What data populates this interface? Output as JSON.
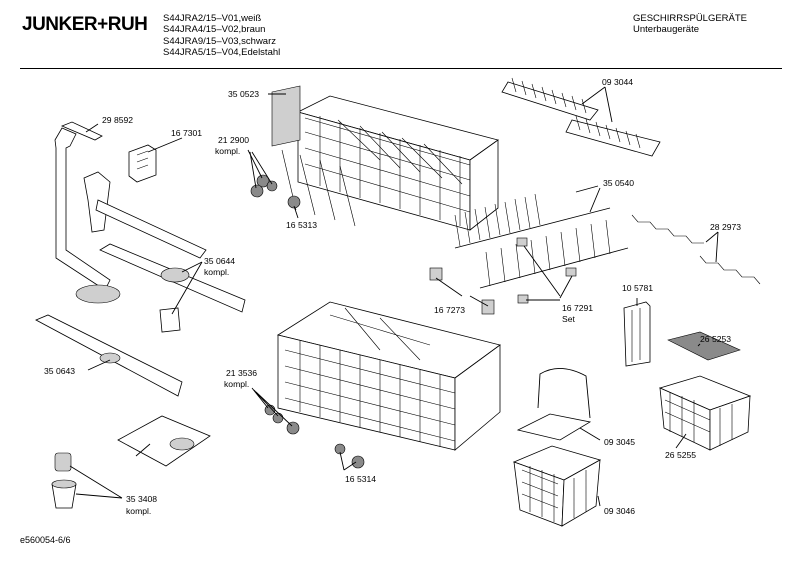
{
  "header": {
    "brand": "JUNKER+RUH",
    "models": [
      "S44JRA2/15–V01,weiß",
      "S44JRA4/15–V02,braun",
      "S44JRA9/15–V03,schwarz",
      "S44JRA5/15–V04,Edelstahl"
    ],
    "category": "GESCHIRRSPÜLGERÄTE",
    "subcategory": "Unterbaugeräte"
  },
  "labels": {
    "p298592": "29 8592",
    "p167301": "16 7301",
    "p212900": "21 2900",
    "p212900_note": "kompl.",
    "p350523": "35 0523",
    "p165313": "16 5313",
    "p350644": "35 0644",
    "p350644_note": "kompl.",
    "p350643": "35 0643",
    "p213536": "21 3536",
    "p213536_note": "kompl.",
    "p165314": "16 5314",
    "p353408": "35 3408",
    "p353408_note": "kompl.",
    "p093044": "09 3044",
    "p350540": "35 0540",
    "p282973": "28 2973",
    "p167273": "16 7273",
    "p167291": "16 7291",
    "p167291_note": "Set",
    "p105781": "10 5781",
    "p265253": "26 5253",
    "p265255": "26 5255",
    "p093045": "09 3045",
    "p093046": "09 3046"
  },
  "footer": {
    "drawing_id": "e560054-6/6"
  }
}
